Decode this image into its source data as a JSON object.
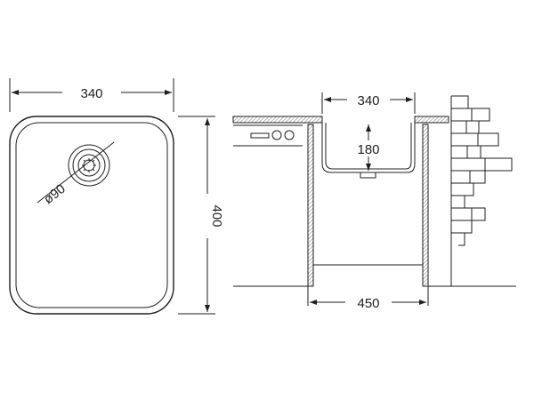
{
  "top_view": {
    "width_label": "340",
    "height_label": "400",
    "drain_label": "ø90"
  },
  "side_view": {
    "bowl_width_label": "340",
    "bowl_depth_label": "180",
    "cabinet_width_label": "450"
  }
}
